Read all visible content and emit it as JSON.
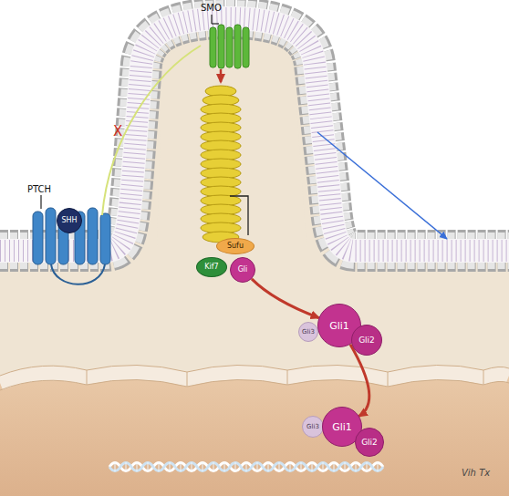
{
  "diagram": {
    "nodes": [
      {
        "text": [
          "SHH"
        ]
      },
      {
        "text": [
          "Sufu"
        ]
      },
      {
        "text": [
          "Kif7"
        ]
      },
      {
        "text": [
          "Gli"
        ]
      },
      {
        "text": [
          "Gli3"
        ]
      },
      {
        "text": [
          "Gli1"
        ]
      },
      {
        "text": [
          "Gli2"
        ]
      },
      {
        "text": [
          "Gli3"
        ]
      },
      {
        "text": [
          "Gli1"
        ]
      },
      {
        "text": [
          "Gli2"
        ]
      }
    ],
    "edges": [
      {
        "from": 3,
        "to": 5,
        "arrow": "to"
      },
      {
        "from": 5,
        "to": 8,
        "arrow": "to"
      }
    ],
    "labels": [
      "SMO",
      "PTCH",
      "X",
      "Vih Tx"
    ]
  }
}
